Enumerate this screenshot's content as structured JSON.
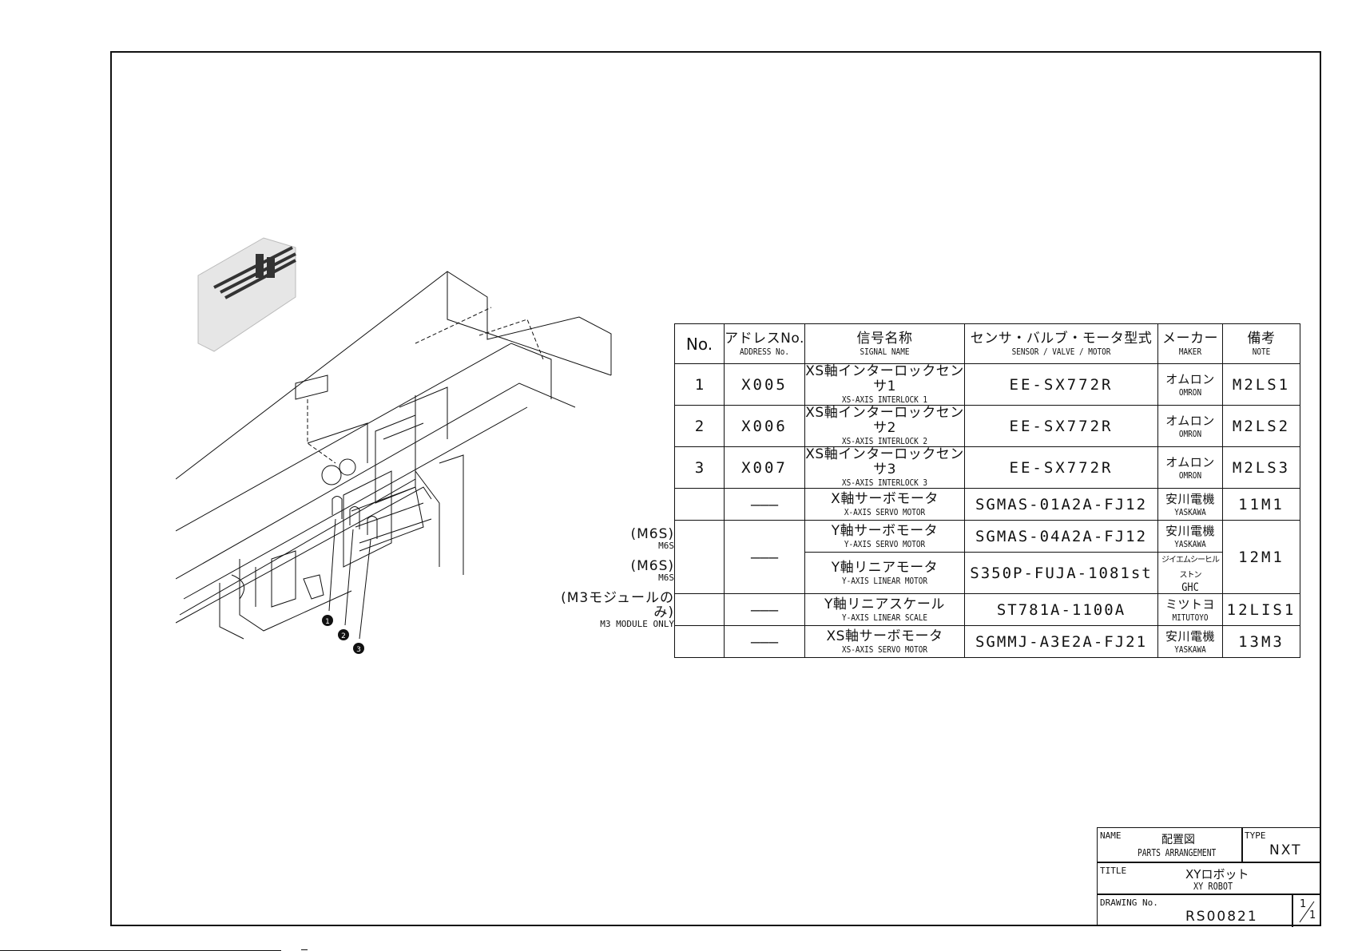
{
  "table": {
    "headers": [
      {
        "jp": "No.",
        "en": ""
      },
      {
        "jp": "アドレスNo.",
        "en": "ADDRESS No."
      },
      {
        "jp": "信号名称",
        "en": "SIGNAL NAME"
      },
      {
        "jp": "センサ・バルブ・モータ型式",
        "en": "SENSOR / VALVE / MOTOR"
      },
      {
        "jp": "メーカー",
        "en": "MAKER"
      },
      {
        "jp": "備考",
        "en": "NOTE"
      }
    ],
    "rows": [
      {
        "no": "1",
        "address": "X005",
        "signal_jp": "XS軸インターロックセンサ1",
        "signal_en": "XS-AXIS INTERLOCK 1",
        "model": "EE-SX772R",
        "maker_jp": "オムロン",
        "maker_en": "OMRON",
        "note": "M2LS1"
      },
      {
        "no": "2",
        "address": "X006",
        "signal_jp": "XS軸インターロックセンサ2",
        "signal_en": "XS-AXIS INTERLOCK 2",
        "model": "EE-SX772R",
        "maker_jp": "オムロン",
        "maker_en": "OMRON",
        "note": "M2LS2"
      },
      {
        "no": "3",
        "address": "X007",
        "signal_jp": "XS軸インターロックセンサ3",
        "signal_en": "XS-AXIS INTERLOCK 3",
        "model": "EE-SX772R",
        "maker_jp": "オムロン",
        "maker_en": "OMRON",
        "note": "M2LS3"
      },
      {
        "no": "",
        "address": "———",
        "signal_jp": "X軸サーボモータ",
        "signal_en": "X-AXIS SERVO MOTOR",
        "model": "SGMAS-01A2A-FJ12",
        "maker_jp": "安川電機",
        "maker_en": "YASKAWA",
        "note": "11M1"
      },
      {
        "no": "",
        "address": "———",
        "signal_jp": "Y軸サーボモータ",
        "signal_en": "Y-AXIS SERVO MOTOR",
        "model": "SGMAS-04A2A-FJ12",
        "maker_jp": "安川電機",
        "maker_en": "YASKAWA",
        "note": "12M1"
      },
      {
        "no": "",
        "address": "",
        "signal_jp": "Y軸リニアモータ",
        "signal_en": "Y-AXIS LINEAR MOTOR",
        "model": "S350P-FUJA-1081st",
        "maker_jp": "ジイエムシーヒルストン",
        "maker_en": "GHC",
        "note": ""
      },
      {
        "no": "",
        "address": "———",
        "signal_jp": "Y軸リニアスケール",
        "signal_en": "Y-AXIS LINEAR SCALE",
        "model": "ST781A-1100A",
        "maker_jp": "ミツトヨ",
        "maker_en": "MITUTOYO",
        "note": "12LIS1"
      },
      {
        "no": "",
        "address": "———",
        "signal_jp": "XS軸サーボモータ",
        "signal_en": "XS-AXIS SERVO MOTOR",
        "model": "SGMMJ-A3E2A-FJ21",
        "maker_jp": "安川電機",
        "maker_en": "YASKAWA",
        "note": "13M3"
      }
    ],
    "side_labels": [
      {
        "main": "(M6S)",
        "sub": "M6S"
      },
      {
        "main": "(M6S)",
        "sub": "M6S"
      },
      {
        "main": "(M3モジュールのみ)",
        "sub": "M3 MODULE ONLY"
      }
    ]
  },
  "callouts": [
    "1",
    "2",
    "3"
  ],
  "title_block": {
    "name_label": "NAME",
    "name_jp": "配置図",
    "name_en": "PARTS ARRANGEMENT",
    "type_label": "TYPE",
    "type_value": "NXT",
    "title_label": "TITLE",
    "title_jp": "XYロボット",
    "title_en": "XY ROBOT",
    "drawing_label": "DRAWING No.",
    "drawing_no": "RS00821",
    "sheet_num": "1",
    "sheet_den": "1"
  }
}
